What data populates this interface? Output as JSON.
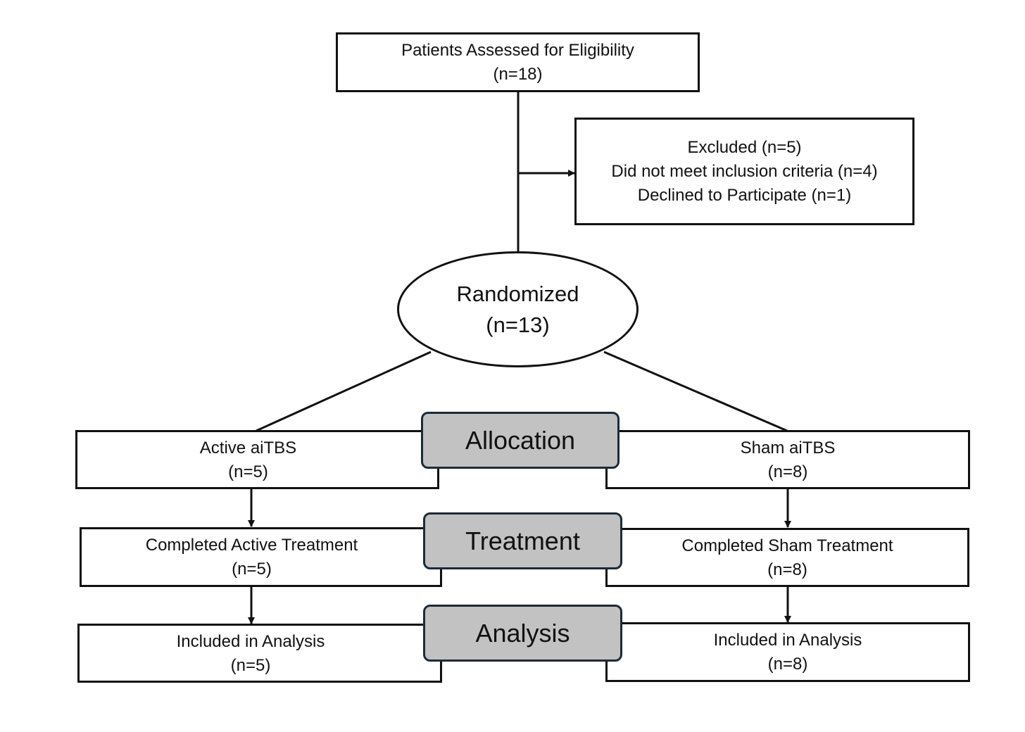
{
  "eligibility": {
    "title": "Patients Assessed for Eligibility",
    "count": "(n=18)"
  },
  "excluded": {
    "title": "Excluded (n=5)",
    "line1": "Did not meet inclusion criteria (n=4)",
    "line2": "Declined to Participate (n=1)"
  },
  "randomized": {
    "title": "Randomized",
    "count": "(n=13)"
  },
  "stages": {
    "allocation": "Allocation",
    "treatment": "Treatment",
    "analysis": "Analysis"
  },
  "active": {
    "allocation": {
      "title": "Active aiTBS",
      "count": "(n=5)"
    },
    "treatment": {
      "title": "Completed Active Treatment",
      "count": "(n=5)"
    },
    "analysis": {
      "title": "Included in Analysis",
      "count": "(n=5)"
    }
  },
  "sham": {
    "allocation": {
      "title": "Sham aiTBS",
      "count": "(n=8)"
    },
    "treatment": {
      "title": "Completed Sham Treatment",
      "count": "(n=8)"
    },
    "analysis": {
      "title": "Included in Analysis",
      "count": "(n=8)"
    }
  }
}
